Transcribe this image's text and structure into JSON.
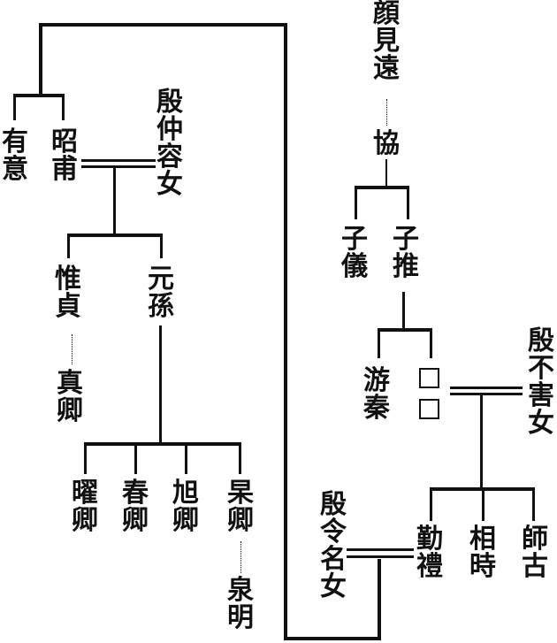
{
  "people": {
    "yan_jianyuan": "顔見遠",
    "xie": "協",
    "ziyi": "子儀",
    "zitui": "子推",
    "youqin": "游秦",
    "yin_buhai_nu": "殷不害女",
    "qinli": "勤禮",
    "xiangshi": "相時",
    "shigu": "師古",
    "yin_lingming_nu": "殷令名女",
    "youyi": "有意",
    "zhaofu": "昭甫",
    "yin_zhongrong_nu": "殷仲容女",
    "weizhen": "惟貞",
    "yuansun": "元孫",
    "zhenqing": "真卿",
    "yaoqing": "曜卿",
    "chunqing": "春卿",
    "xuqing": "旭卿",
    "gaoqing": "杲卿",
    "quanming": "泉明"
  }
}
